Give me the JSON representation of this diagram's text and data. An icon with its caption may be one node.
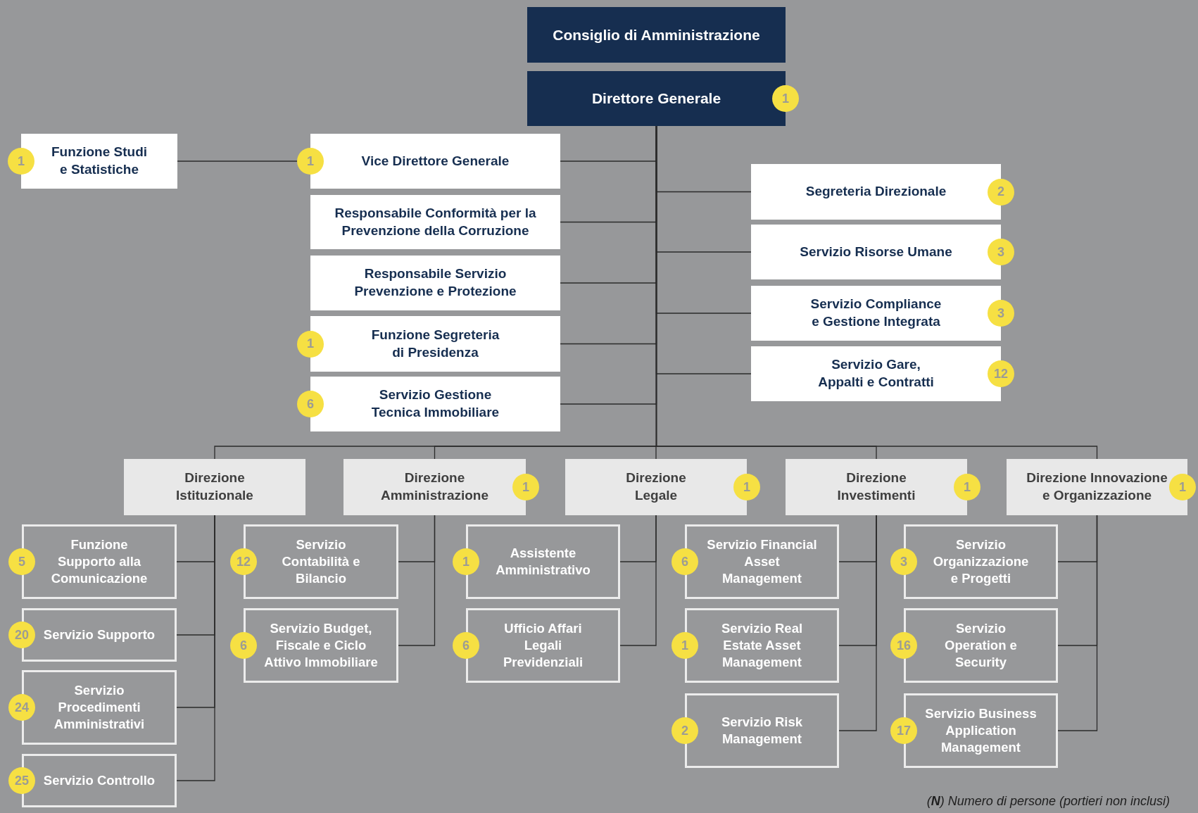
{
  "diagram": {
    "nodes": [
      {
        "text": [
          "Consiglio di Amministrazione"
        ]
      },
      {
        "text": [
          "Direttore Generale",
          "1"
        ]
      },
      {
        "text": [
          "1",
          "Funzione Studi e Statistiche"
        ]
      },
      {
        "text": [
          "1",
          "Vice Direttore Generale"
        ]
      },
      {
        "text": [
          "Responsabile Conformità per la Prevenzione della Corruzione"
        ]
      },
      {
        "text": [
          "Responsabile Servizio Prevenzione e Protezione"
        ]
      },
      {
        "text": [
          "1",
          "Funzione Segreteria di Presidenza"
        ]
      },
      {
        "text": [
          "6",
          "Servizio Gestione Tecnica Immobiliare"
        ]
      },
      {
        "text": [
          "Segreteria Direzionale",
          "2"
        ]
      },
      {
        "text": [
          "Servizio Risorse Umane",
          "3"
        ]
      },
      {
        "text": [
          "Servizio Compliance e Gestione Integrata",
          "3"
        ]
      },
      {
        "text": [
          "Servizio Gare, Appalti e Contratti",
          "12"
        ]
      },
      {
        "text": [
          "Direzione Istituzionale"
        ]
      },
      {
        "text": [
          "Direzione Amministrazione",
          "1"
        ]
      },
      {
        "text": [
          "Direzione Legale",
          "1"
        ]
      },
      {
        "text": [
          "Direzione Investimenti",
          "1"
        ]
      },
      {
        "text": [
          "Direzione Innovazione e Organizzazione",
          "1"
        ]
      },
      {
        "text": [
          "5",
          "Funzione Supporto alla Comunicazione"
        ]
      },
      {
        "text": [
          "20",
          "Servizio Supporto"
        ]
      },
      {
        "text": [
          "24",
          "Servizio Procedimenti Amministrativi"
        ]
      },
      {
        "text": [
          "25",
          "Servizio Controllo"
        ]
      },
      {
        "text": [
          "12",
          "Servizio Contabilità e Bilancio"
        ]
      },
      {
        "text": [
          "6",
          "Servizio Budget, Fiscale e Ciclo Attivo Immobiliare"
        ]
      },
      {
        "text": [
          "1",
          "Assistente Amministrativo"
        ]
      },
      {
        "text": [
          "6",
          "Ufficio Affari Legali Previdenziali"
        ]
      },
      {
        "text": [
          "6",
          "Servizio Financial Asset Management"
        ]
      },
      {
        "text": [
          "1",
          "Servizio Real Estate Asset Management"
        ]
      },
      {
        "text": [
          "2",
          "Servizio Risk Management"
        ]
      },
      {
        "text": [
          "3",
          "Servizio Organizzazione e Progetti"
        ]
      },
      {
        "text": [
          "16",
          "Servizio Operation e Security"
        ]
      },
      {
        "text": [
          "17",
          "Servizio Business Application Management"
        ]
      }
    ],
    "edges": [
      {
        "from": 3,
        "to": 2,
        "arrow": "none"
      },
      {
        "from": 1,
        "to": 3,
        "arrow": "none"
      },
      {
        "from": 1,
        "to": 4,
        "arrow": "none"
      },
      {
        "from": 1,
        "to": 5,
        "arrow": "none"
      },
      {
        "from": 1,
        "to": 6,
        "arrow": "none"
      },
      {
        "from": 1,
        "to": 7,
        "arrow": "none"
      },
      {
        "from": 1,
        "to": 8,
        "arrow": "none"
      },
      {
        "from": 1,
        "to": 9,
        "arrow": "none"
      },
      {
        "from": 1,
        "to": 10,
        "arrow": "none"
      },
      {
        "from": 1,
        "to": 11,
        "arrow": "none"
      },
      {
        "from": 1,
        "to": 12,
        "arrow": "none"
      },
      {
        "from": 1,
        "to": 13,
        "arrow": "none"
      },
      {
        "from": 1,
        "to": 14,
        "arrow": "none"
      },
      {
        "from": 1,
        "to": 15,
        "arrow": "none"
      },
      {
        "from": 1,
        "to": 16,
        "arrow": "none"
      },
      {
        "from": 12,
        "to": 17,
        "arrow": "none"
      },
      {
        "from": 12,
        "to": 18,
        "arrow": "none"
      },
      {
        "from": 12,
        "to": 19,
        "arrow": "none"
      },
      {
        "from": 12,
        "to": 20,
        "arrow": "none"
      },
      {
        "from": 13,
        "to": 21,
        "arrow": "none"
      },
      {
        "from": 13,
        "to": 22,
        "arrow": "none"
      },
      {
        "from": 14,
        "to": 23,
        "arrow": "none"
      },
      {
        "from": 14,
        "to": 24,
        "arrow": "none"
      },
      {
        "from": 15,
        "to": 25,
        "arrow": "none"
      },
      {
        "from": 15,
        "to": 26,
        "arrow": "none"
      },
      {
        "from": 15,
        "to": 27,
        "arrow": "none"
      },
      {
        "from": 16,
        "to": 28,
        "arrow": "none"
      },
      {
        "from": 16,
        "to": 29,
        "arrow": "none"
      },
      {
        "from": 16,
        "to": 30,
        "arrow": "none"
      }
    ],
    "labels": [
      "(**N**) Numero di persone (portieri non inclusi)"
    ]
  }
}
